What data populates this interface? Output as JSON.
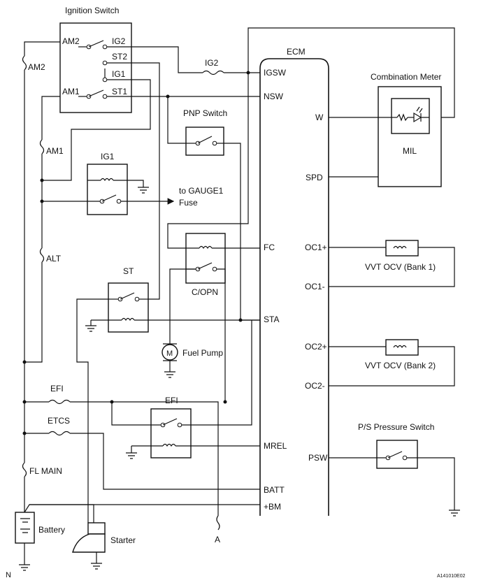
{
  "labels": {
    "ignition_switch": "Ignition Switch",
    "am2_term": "AM2",
    "ig2_term": "IG2",
    "st2_term": "ST2",
    "ig1_term": "IG1",
    "am1_term": "AM1",
    "st1_term": "ST1",
    "fuse_am2": "AM2",
    "fuse_am1": "AM1",
    "fuse_alt": "ALT",
    "fuse_fl_main": "FL MAIN",
    "fuse_ig2": "IG2",
    "fuse_efi": "EFI",
    "fuse_etcs": "ETCS",
    "ecm": "ECM",
    "pin_igsw": "IGSW",
    "pin_nsw": "NSW",
    "pin_w": "W",
    "pin_spd": "SPD",
    "pin_fc": "FC",
    "pin_sta": "STA",
    "pin_oc1p": "OC1+",
    "pin_oc1m": "OC1-",
    "pin_oc2p": "OC2+",
    "pin_oc2m": "OC2-",
    "pin_mrel": "MREL",
    "pin_psw": "PSW",
    "pin_batt": "BATT",
    "pin_bm": "+BM",
    "combination_meter": "Combination Meter",
    "mil": "MIL",
    "pnp_switch": "PNP Switch",
    "relay_ig1": "IG1",
    "gauge_line1": "to GAUGE1",
    "gauge_line2": "Fuse",
    "relay_copn": "C/OPN",
    "relay_st": "ST",
    "fuel_pump": "Fuel Pump",
    "motor_m": "M",
    "vvt_ocv_bank1": "VVT OCV (Bank 1)",
    "vvt_ocv_bank2": "VVT OCV (Bank 2)",
    "relay_efi": "EFI",
    "ps_pressure_switch": "P/S Pressure Switch",
    "battery": "Battery",
    "starter": "Starter",
    "ref_a": "A",
    "ref_n": "N",
    "code": "A141010E02"
  }
}
